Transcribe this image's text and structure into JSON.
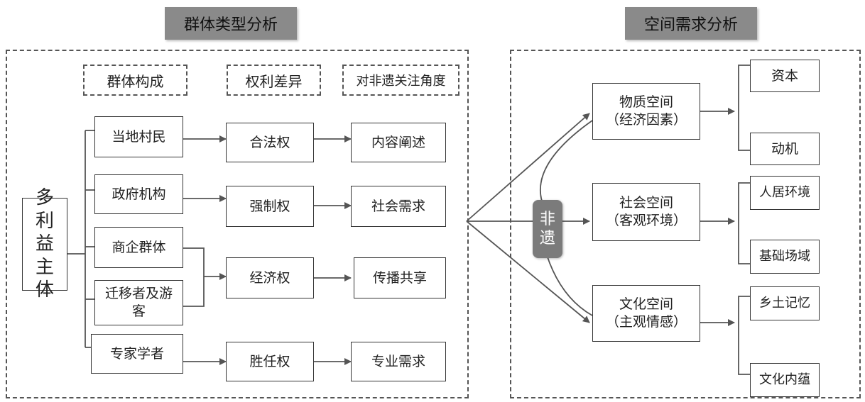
{
  "headers": {
    "left": "群体类型分析",
    "right": "空间需求分析"
  },
  "column_headers": {
    "composition": "群体构成",
    "rights": "权利差异",
    "focus": "对非遗关注角度"
  },
  "stakeholder_main": "多利益主体",
  "groups": [
    "当地村民",
    "政府机构",
    "商企群体",
    "迁移者及游客",
    "专家学者"
  ],
  "rights": [
    "合法权",
    "强制权",
    "经济权",
    "胜任权"
  ],
  "focus": [
    "内容阐述",
    "社会需求",
    "传播共享",
    "专业需求"
  ],
  "heritage": "非遗",
  "spaces": [
    {
      "name": "物质空间",
      "sub": "（经济因素）",
      "items": [
        "资本",
        "动机"
      ]
    },
    {
      "name": "社会空间",
      "sub": "（客观环境）",
      "items": [
        "人居环境",
        "基础场域"
      ]
    },
    {
      "name": "文化空间",
      "sub": "（主观情感）",
      "items": [
        "乡土记忆",
        "文化内蕴"
      ]
    }
  ],
  "colors": {
    "header_bg": "#8a8a8a",
    "heritage_bg": "#7b7b7b",
    "line": "#555555"
  }
}
